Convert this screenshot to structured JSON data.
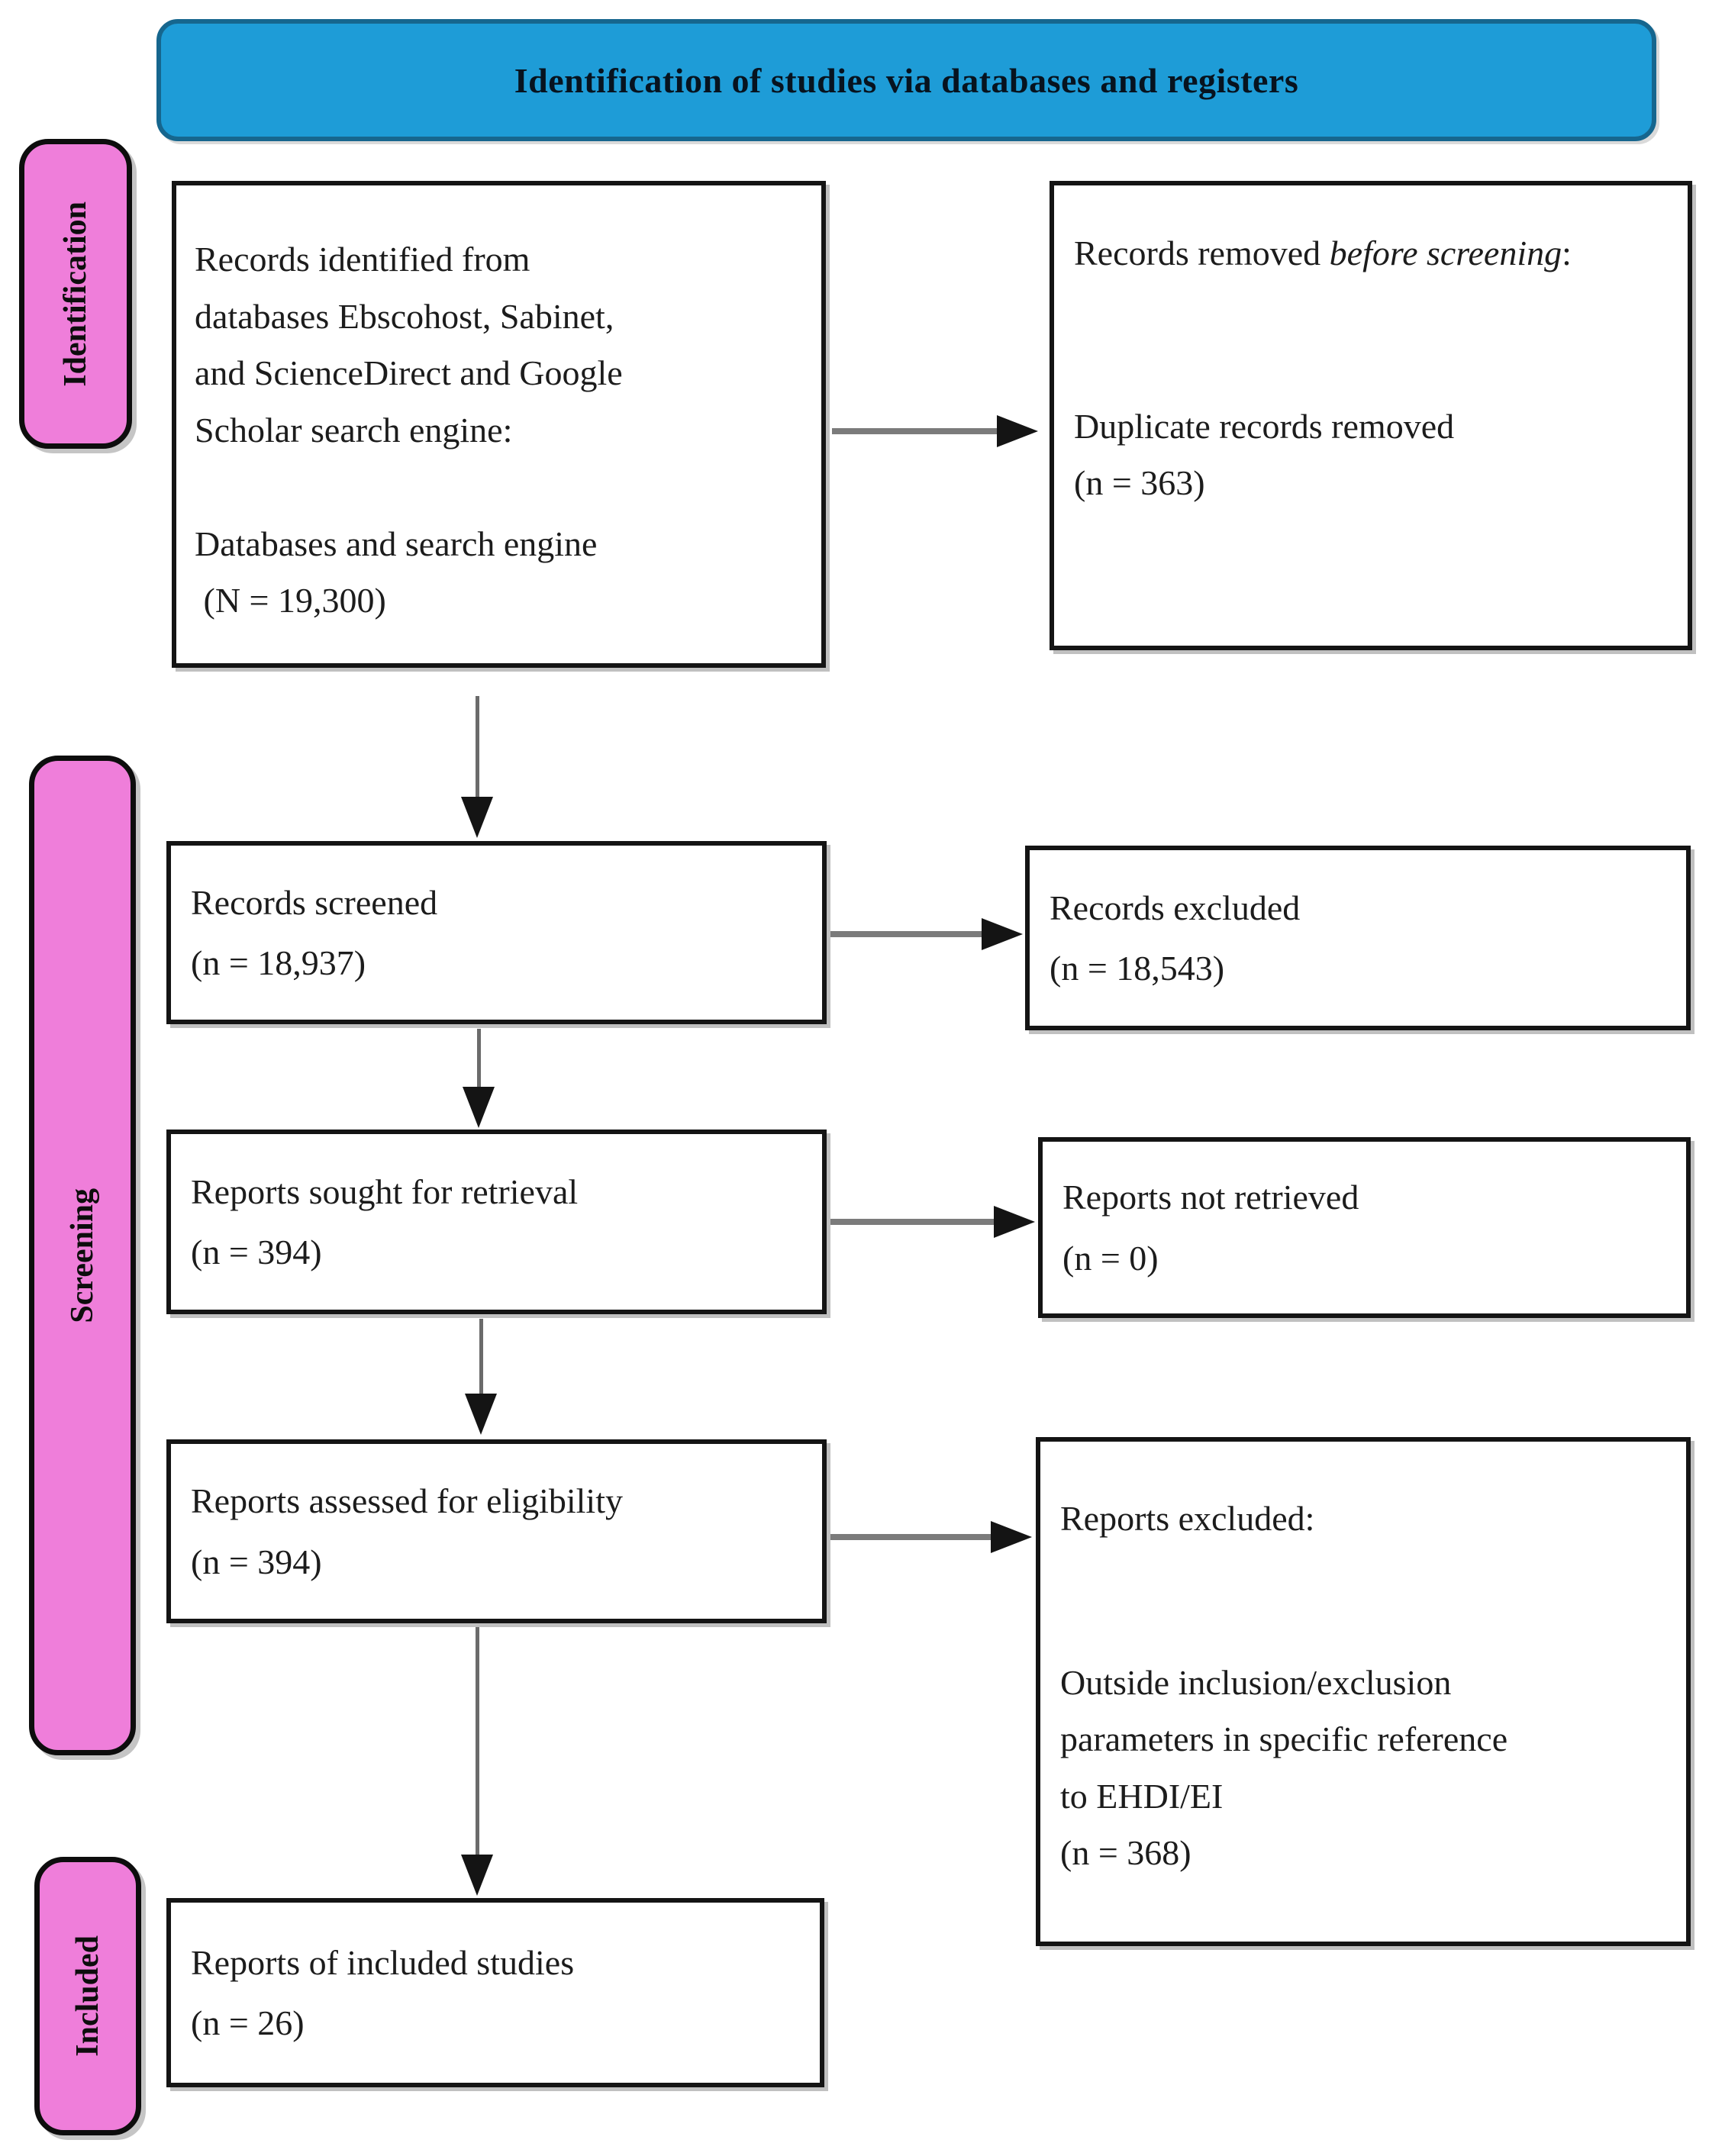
{
  "header": {
    "title": "Identification of studies via databases and registers"
  },
  "stages": {
    "identification": "Identification",
    "screening": "Screening",
    "included": "Included"
  },
  "boxes": {
    "records_identified": "Records identified from\ndatabases Ebscohost, Sabinet,\nand ScienceDirect and Google\nScholar search engine:\n\nDatabases and search engine\n (N = 19,300)",
    "records_removed_prefix": "Records removed ",
    "records_removed_italic": "before screening",
    "records_removed_colon": ":",
    "records_removed_detail": "Duplicate records removed\n(n = 363)",
    "records_screened": "Records screened\n(n = 18,937)",
    "records_excluded": "Records excluded\n(n = 18,543)",
    "reports_sought": "Reports sought for retrieval\n(n = 394)",
    "reports_not_retrieved": "Reports not retrieved\n(n = 0)",
    "reports_assessed": "Reports assessed for eligibility\n(n = 394)",
    "reports_excluded_title": "Reports excluded:",
    "reports_excluded_detail": "Outside inclusion/exclusion\nparameters in specific reference\nto EHDI/EI\n(n = 368)",
    "reports_included": "Reports of included studies\n(n = 26)"
  },
  "colors": {
    "header_blue": "#1E9CD7",
    "stage_pink": "#EF7EDA"
  }
}
